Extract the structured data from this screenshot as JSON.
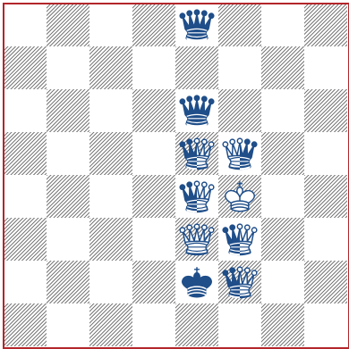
{
  "board": {
    "files": 8,
    "ranks": 8,
    "pieces": [
      {
        "square": "e8",
        "type": "queen",
        "color": "blue",
        "variant": "solid"
      },
      {
        "square": "e6",
        "type": "queen",
        "color": "blue",
        "variant": "solid"
      },
      {
        "square": "e5",
        "type": "queen",
        "color": "blue",
        "variant": "split"
      },
      {
        "square": "f5",
        "type": "queen",
        "color": "blue",
        "variant": "split-inverse"
      },
      {
        "square": "e4",
        "type": "queen",
        "color": "blue",
        "variant": "split"
      },
      {
        "square": "f4",
        "type": "king",
        "color": "white",
        "variant": "outline"
      },
      {
        "square": "e3",
        "type": "queen",
        "color": "white",
        "variant": "outline"
      },
      {
        "square": "f3",
        "type": "queen",
        "color": "blue",
        "variant": "split"
      },
      {
        "square": "e2",
        "type": "king",
        "color": "blue",
        "variant": "solid"
      },
      {
        "square": "f2",
        "type": "queen",
        "color": "blue",
        "variant": "split"
      }
    ]
  },
  "colors": {
    "piece_blue": "#1f4e89",
    "frame": "#b3262b",
    "hatch": "#7a7a7a"
  }
}
